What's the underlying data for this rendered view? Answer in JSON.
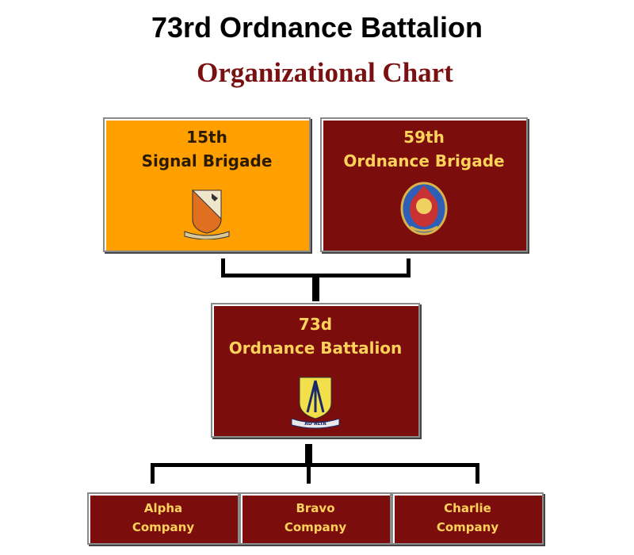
{
  "header": {
    "title": "73rd Ordnance Battalion",
    "subtitle": "Organizational Chart"
  },
  "units": {
    "signal_brigade": {
      "line1": "15th",
      "line2": "Signal Brigade"
    },
    "ordnance_brigade": {
      "line1": "59th",
      "line2": "Ordnance Brigade"
    },
    "battalion": {
      "line1": "73d",
      "line2": "Ordnance Battalion",
      "motto": "AD ALTA"
    }
  },
  "companies": [
    {
      "line1": "Alpha",
      "line2": "Company"
    },
    {
      "line1": "Bravo",
      "line2": "Company"
    },
    {
      "line1": "Charlie",
      "line2": "Company"
    }
  ],
  "colors": {
    "maroon": "#7b0d0d",
    "orange": "#ff9f00",
    "gold_text": "#ffd35a",
    "subtitle": "#7a1010"
  },
  "icons": {
    "signal": "signal-brigade-insignia-icon",
    "ordnance": "ordnance-brigade-insignia-icon",
    "battalion": "battalion-insignia-icon"
  }
}
